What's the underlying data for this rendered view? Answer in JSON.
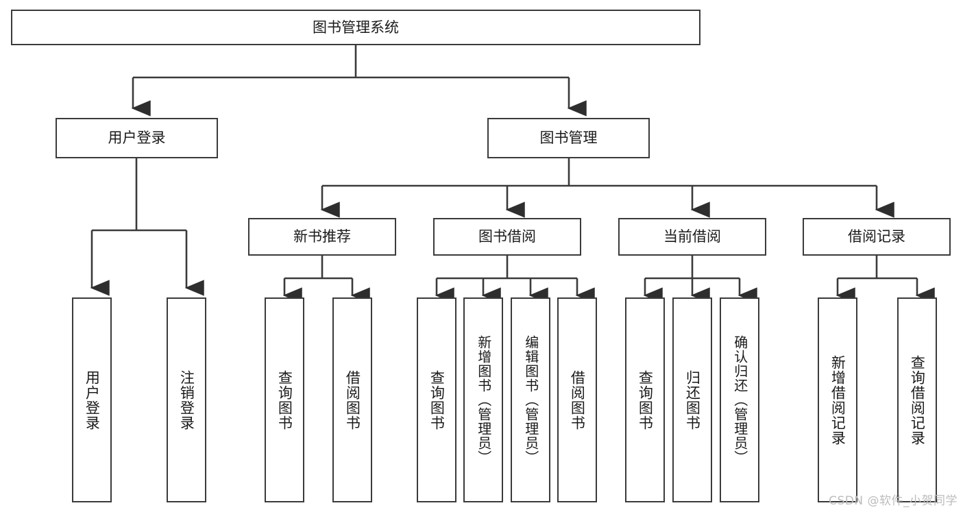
{
  "diagram": {
    "type": "tree-hierarchy-chart",
    "title": "图书管理系统",
    "stroke_color": "#3a3a3a",
    "background_color": "#ffffff",
    "text_color": "#1a1a1a",
    "watermark": "CSDN @软件_小贺同学",
    "nodes": {
      "root": {
        "label": "图书管理系统"
      },
      "level2": [
        {
          "id": "user-login",
          "label": "用户登录"
        },
        {
          "id": "book-manage",
          "label": "图书管理"
        }
      ],
      "level3": [
        {
          "id": "new-book-recommend",
          "label": "新书推荐"
        },
        {
          "id": "book-borrow",
          "label": "图书借阅"
        },
        {
          "id": "current-borrow",
          "label": "当前借阅"
        },
        {
          "id": "borrow-record",
          "label": "借阅记录"
        }
      ],
      "leaves": {
        "user_login": [
          {
            "id": "leaf-user-login",
            "label": "用户登录"
          },
          {
            "id": "leaf-logout-login",
            "label": "注销登录"
          }
        ],
        "new_book_recommend": [
          {
            "id": "leaf-query-book-1",
            "label": "查询图书"
          },
          {
            "id": "leaf-borrow-book-1",
            "label": "借阅图书"
          }
        ],
        "book_borrow": [
          {
            "id": "leaf-query-book-2",
            "label": "查询图书"
          },
          {
            "id": "leaf-add-book",
            "label": "新增图书（管理员）"
          },
          {
            "id": "leaf-edit-book",
            "label": "编辑图书（管理员）"
          },
          {
            "id": "leaf-borrow-book-2",
            "label": "借阅图书"
          }
        ],
        "current_borrow": [
          {
            "id": "leaf-query-book-3",
            "label": "查询图书"
          },
          {
            "id": "leaf-return-book",
            "label": "归还图书"
          },
          {
            "id": "leaf-confirm-return",
            "label": "确认归还（管理员）"
          }
        ],
        "borrow_record": [
          {
            "id": "leaf-add-record",
            "label": "新增借阅记录"
          },
          {
            "id": "leaf-query-record",
            "label": "查询借阅记录"
          }
        ]
      }
    }
  }
}
